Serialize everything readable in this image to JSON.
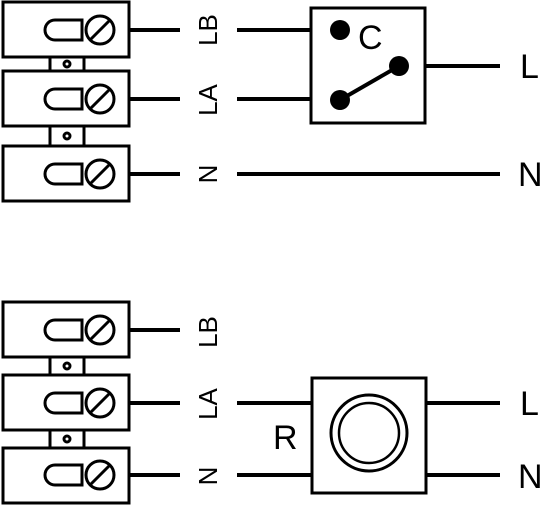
{
  "diagram_title": "",
  "top_diagram": {
    "terminals": [
      {
        "id": "LB",
        "label": "LB"
      },
      {
        "id": "LA",
        "label": "LA"
      },
      {
        "id": "N",
        "label": "N"
      }
    ],
    "switch_contact_label": "C",
    "supply_labels": {
      "live": "L",
      "neutral": "N"
    }
  },
  "bottom_diagram": {
    "terminals": [
      {
        "id": "LB",
        "label": "LB"
      },
      {
        "id": "LA",
        "label": "LA"
      },
      {
        "id": "N",
        "label": "N"
      }
    ],
    "device_label": "R",
    "device_icon": "rotary-knob-icon",
    "supply_labels": {
      "live": "L",
      "neutral": "N"
    }
  },
  "colors": {
    "ink": "#000000",
    "background": "#ffffff"
  }
}
